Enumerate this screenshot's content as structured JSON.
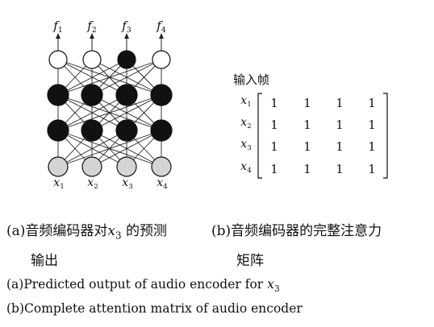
{
  "network": {
    "output_labels": [
      "f1",
      "f2",
      "f3",
      "f4"
    ],
    "input_labels": [
      "x1",
      "x2",
      "x3",
      "x4"
    ],
    "output_highlight_index": 2
  },
  "matrix": {
    "title": "输入帧",
    "row_labels": [
      "x1",
      "x2",
      "x3",
      "x4"
    ],
    "values": [
      [
        "1",
        "1",
        "1",
        "1"
      ],
      [
        "1",
        "1",
        "1",
        "1"
      ],
      [
        "1",
        "1",
        "1",
        "1"
      ],
      [
        "1",
        "1",
        "1",
        "1"
      ]
    ]
  },
  "captions": {
    "a_zh_line1_prefix": "(a)音频编码器对",
    "a_zh_var": "x",
    "a_zh_sub": "3",
    "a_zh_line1_suffix": "的预测",
    "a_zh_line2": "输出",
    "b_zh_line1": "(b)音频编码器的完整注意力",
    "b_zh_line2": "矩阵",
    "a_en_prefix": "(a)Predicted output of audio encoder for ",
    "a_en_var": "x",
    "a_en_sub": "3",
    "b_en": "(b)Complete attention matrix of audio encoder"
  },
  "colors": {
    "node_dark": "#111111",
    "node_input": "#d4d4d4",
    "line": "#222222"
  }
}
